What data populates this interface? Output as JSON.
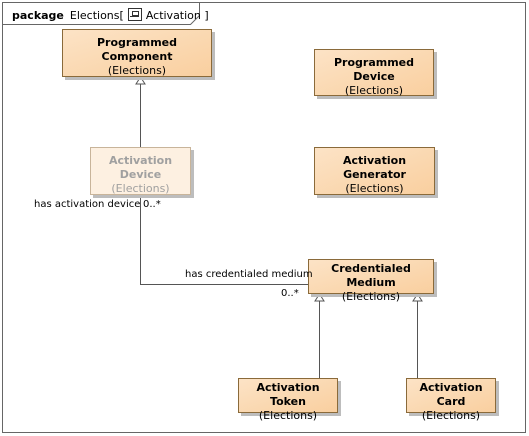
{
  "diagram": {
    "keyword": "package",
    "package_name": "Elections",
    "diagram_icon": "class-diagram-icon",
    "diagram_name": "Activation",
    "bracket_open": "[",
    "bracket_close": "]"
  },
  "classes": {
    "programmed_component": {
      "name": "Programmed Component",
      "package": "(Elections)"
    },
    "programmed_device": {
      "name": "Programmed Device",
      "package": "(Elections)"
    },
    "activation_device": {
      "name": "Activation Device",
      "package": "(Elections)"
    },
    "activation_generator": {
      "name": "Activation Generator",
      "package": "(Elections)"
    },
    "credentialed_medium": {
      "name": "Credentialed Medium",
      "package": "(Elections)"
    },
    "activation_token": {
      "name": "Activation Token",
      "package": "(Elections)"
    },
    "activation_card": {
      "name": "Activation Card",
      "package": "(Elections)"
    }
  },
  "association": {
    "end1_role": "has activation device",
    "end1_multiplicity": "0..*",
    "end2_role": "has credentialed medium",
    "end2_multiplicity": "0..*"
  },
  "colors": {
    "class_fill": "#f9cf9f",
    "class_border": "#8a6a3a"
  }
}
